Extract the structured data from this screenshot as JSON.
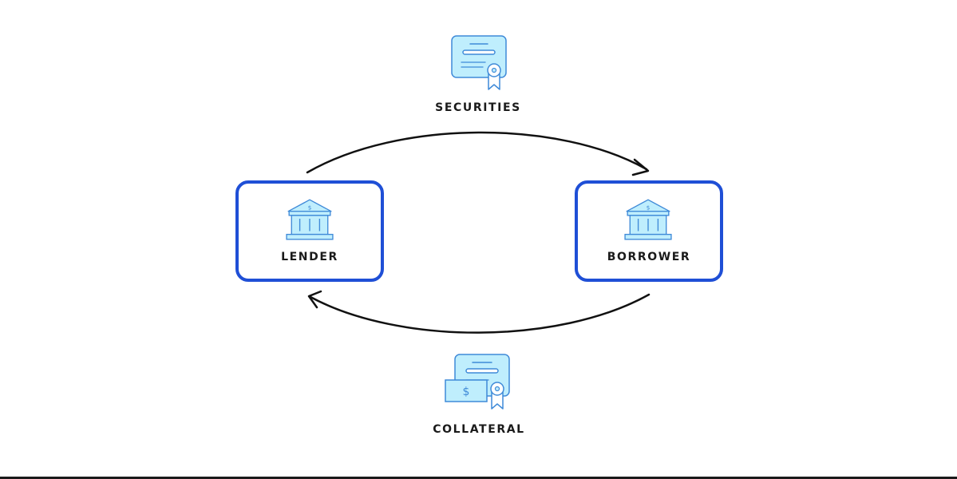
{
  "diagram": {
    "lender": {
      "label": "LENDER",
      "icon": "bank-icon"
    },
    "borrower": {
      "label": "BORROWER",
      "icon": "bank-icon"
    },
    "securities": {
      "label": "SECURITIES",
      "icon": "certificate-icon"
    },
    "collateral": {
      "label": "COLLATERAL",
      "icon": "collateral-icon"
    }
  },
  "colors": {
    "box_border": "#1f4fd6",
    "icon_fill": "#bfeefd",
    "icon_stroke": "#3f8ad8",
    "arrow": "#111111",
    "text": "#1a1a1a"
  }
}
